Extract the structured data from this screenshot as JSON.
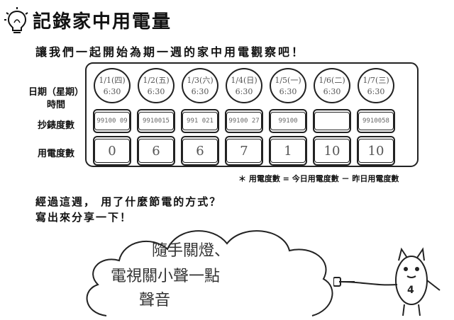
{
  "title": "記錄家中用電量",
  "intro": "讓我們一起開始為期一週的家中用電觀察吧！",
  "row_labels": {
    "date": "日期（星期）",
    "time": "時間",
    "reading": "抄錶度數",
    "usage": "用電度數"
  },
  "days": [
    {
      "date": "1/1(四)",
      "time": "6:30",
      "reading": "99100 09",
      "usage": "0"
    },
    {
      "date": "1/2(五)",
      "time": "6:30",
      "reading": "9910015",
      "usage": "6"
    },
    {
      "date": "1/3(六)",
      "time": "6:30",
      "reading": "991 021",
      "usage": "6"
    },
    {
      "date": "1/4(日)",
      "time": "6:30",
      "reading": "99100 27",
      "usage": "7"
    },
    {
      "date": "1/5(一)",
      "time": "6:30",
      "reading": "99100",
      "usage": "1"
    },
    {
      "date": "1/6(二)",
      "time": "6:30",
      "reading": "",
      "usage": "10"
    },
    {
      "date": "1/7(三)",
      "time": "6:30",
      "reading": "9910058",
      "usage": "10"
    }
  ],
  "note": "＊ 用電度數 = 今日用電度數 － 昨日用電度數",
  "question": {
    "line1": "經過這週， 用了什麼節電的方式？",
    "line2": "寫出來分享一下！"
  },
  "answer": {
    "line1": "隨手關燈、",
    "line2": "電視關小聲一點",
    "line3": "聲音"
  },
  "mascot_number": "4"
}
